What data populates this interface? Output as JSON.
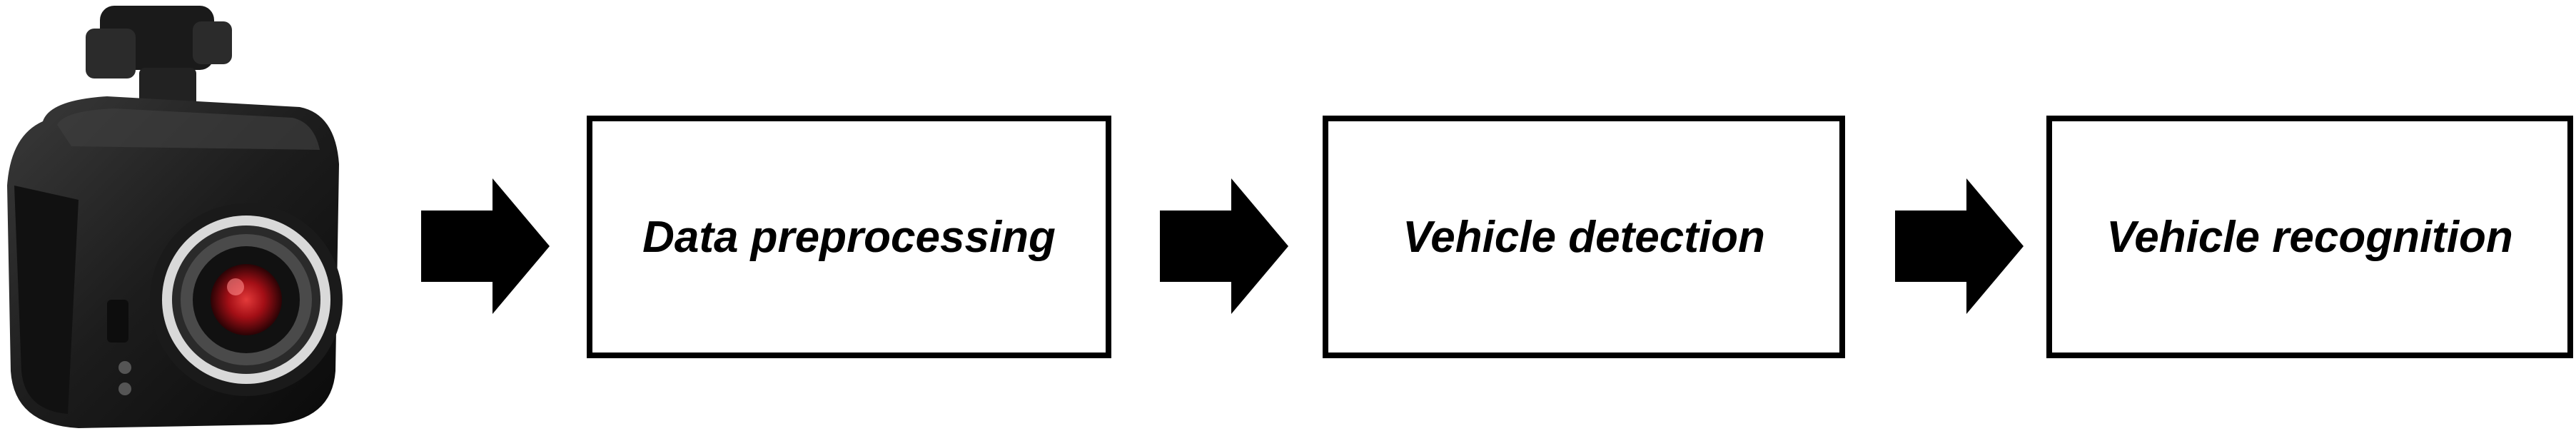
{
  "diagram": {
    "source_icon": "dash-camera-icon",
    "arrow_icon": "right-arrow-icon",
    "stages": [
      {
        "label": "Data preprocessing"
      },
      {
        "label": "Vehicle detection"
      },
      {
        "label": "Vehicle recognition"
      }
    ]
  },
  "colors": {
    "box_border": "#000000",
    "arrow_fill": "#000000",
    "camera_body": "#1c1c1c",
    "lens_accent": "#c0151d"
  }
}
